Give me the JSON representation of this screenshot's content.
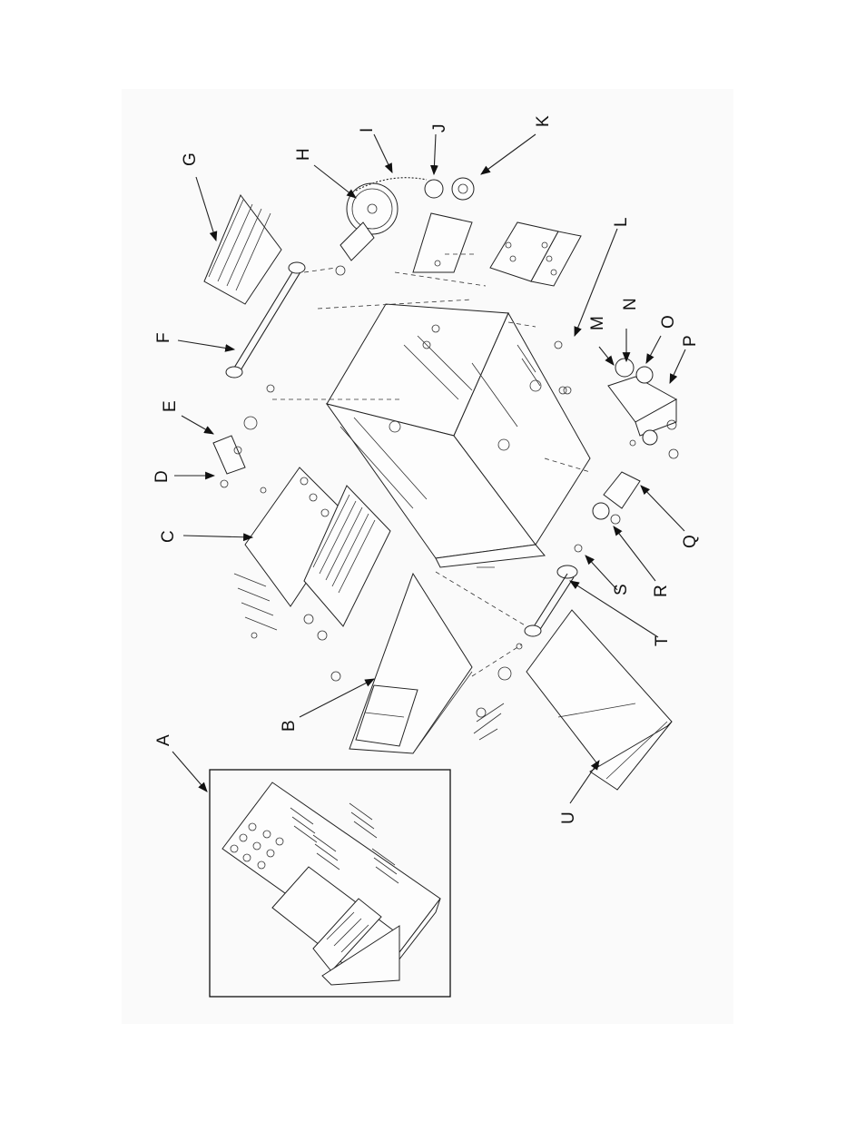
{
  "diagram": {
    "callouts": [
      "A",
      "B",
      "C",
      "D",
      "E",
      "F",
      "G",
      "H",
      "I",
      "J",
      "K",
      "L",
      "M",
      "N",
      "O",
      "P",
      "Q",
      "R",
      "S",
      "T",
      "U"
    ]
  }
}
